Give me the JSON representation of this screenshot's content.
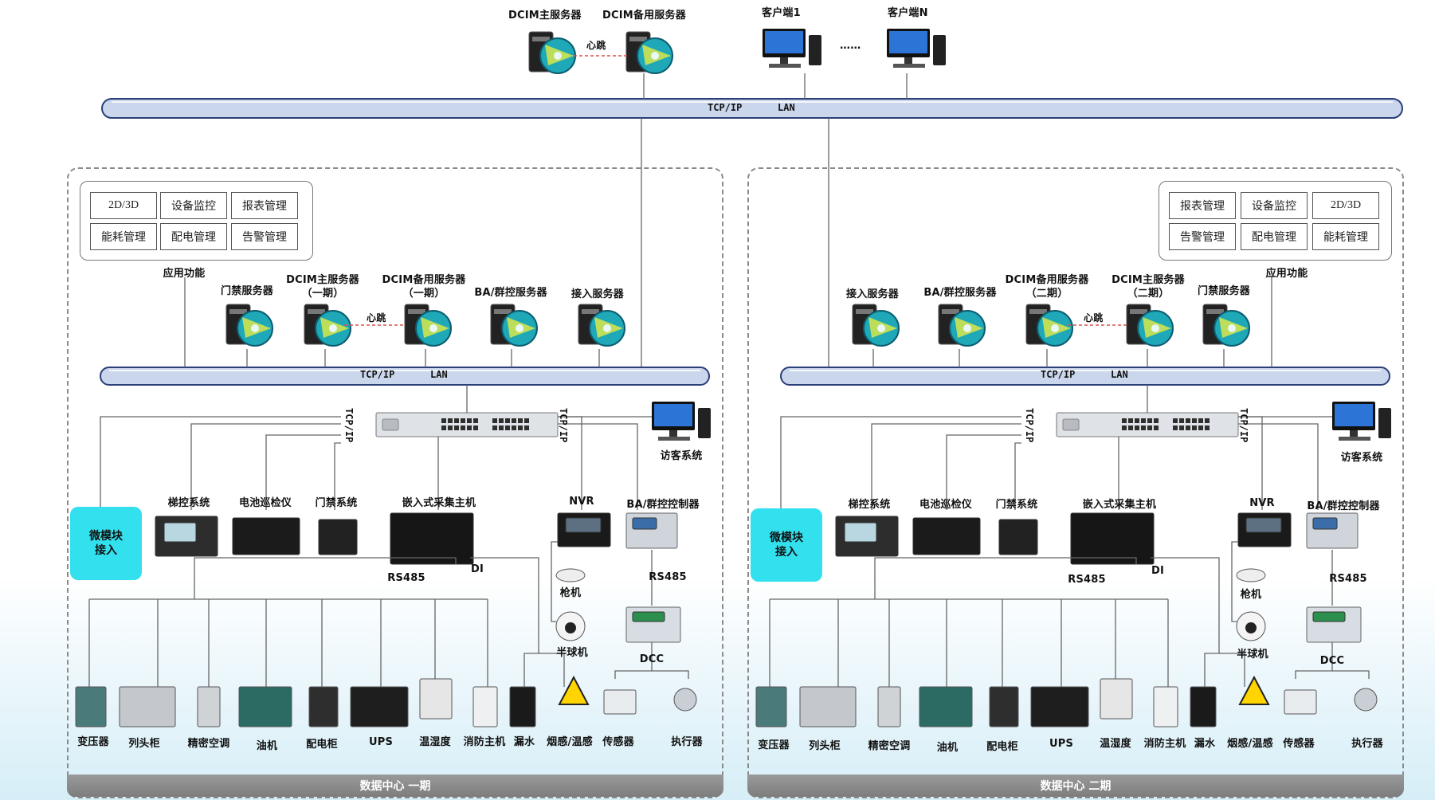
{
  "top": {
    "dcim_main_server": "DCIM主服务器",
    "dcim_backup_server": "DCIM备用服务器",
    "heartbeat": "心跳",
    "client_1": "客户端1",
    "client_n": "客户端N",
    "ellipsis": "……",
    "bus_label_tcp": "TCP/IP",
    "bus_label_lan": "LAN"
  },
  "dc1": {
    "footer": "数据中心  一期",
    "functions": [
      "2D/3D",
      "设备监控",
      "报表管理",
      "能耗管理",
      "配电管理",
      "告警管理"
    ],
    "functions_caption": "应用功能",
    "servers": {
      "access_control": "门禁服务器",
      "dcim_main_line1": "DCIM主服务器",
      "dcim_main_line2": "（一期）",
      "dcim_backup_line1": "DCIM备用服务器",
      "dcim_backup_line2": "（一期）",
      "ba_group": "BA/群控服务器",
      "access_server": "接入服务器",
      "heartbeat": "心跳"
    },
    "bus_label_tcp": "TCP/IP",
    "bus_label_lan": "LAN",
    "switch_label_left": "TCP/IP",
    "switch_label_right": "TCP/IP",
    "visitor_system": "访客系统",
    "micro_module": "微模块接入",
    "elevator": "梯控系统",
    "battery": "电池巡检仪",
    "door": "门禁系统",
    "embedded_host": "嵌入式采集主机",
    "nvr": "NVR",
    "ba_controller": "BA/群控控制器",
    "rs485_left": "RS485",
    "di": "DI",
    "rs485_right": "RS485",
    "gun_camera": "枪机",
    "dome_camera": "半球机",
    "dcc": "DCC",
    "devices": [
      "变压器",
      "列头柜",
      "精密空调",
      "油机",
      "配电柜",
      "UPS",
      "温湿度",
      "消防主机",
      "漏水",
      "烟感/温感",
      "传感器",
      "执行器"
    ]
  },
  "dc2": {
    "footer": "数据中心  二期",
    "functions": [
      "报表管理",
      "设备监控",
      "2D/3D",
      "告警管理",
      "配电管理",
      "能耗管理"
    ],
    "functions_caption": "应用功能",
    "servers": {
      "access_server": "接入服务器",
      "ba_group": "BA/群控服务器",
      "dcim_backup_line1": "DCIM备用服务器",
      "dcim_backup_line2": "（二期）",
      "dcim_main_line1": "DCIM主服务器",
      "dcim_main_line2": "（二期）",
      "access_control": "门禁服务器",
      "heartbeat": "心跳"
    },
    "bus_label_tcp": "TCP/IP",
    "bus_label_lan": "LAN",
    "switch_label_left": "TCP/IP",
    "switch_label_right": "TCP/IP",
    "visitor_system": "访客系统",
    "micro_module": "微模块接入",
    "elevator": "梯控系统",
    "battery": "电池巡检仪",
    "door": "门禁系统",
    "embedded_host": "嵌入式采集主机",
    "nvr": "NVR",
    "ba_controller": "BA/群控控制器",
    "rs485_left": "RS485",
    "di": "DI",
    "rs485_right": "RS485",
    "gun_camera": "枪机",
    "dome_camera": "半球机",
    "dcc": "DCC",
    "devices": [
      "变压器",
      "列头柜",
      "精密空调",
      "油机",
      "配电柜",
      "UPS",
      "温湿度",
      "消防主机",
      "漏水",
      "烟感/温感",
      "传感器",
      "执行器"
    ]
  },
  "colors": {
    "bus_fill": "#c9d6ec",
    "bus_stroke": "#2b3f78",
    "heartbeat_line": "#d9534f",
    "micro_module": "#33e0ee",
    "footer": "#8a8a8a"
  }
}
